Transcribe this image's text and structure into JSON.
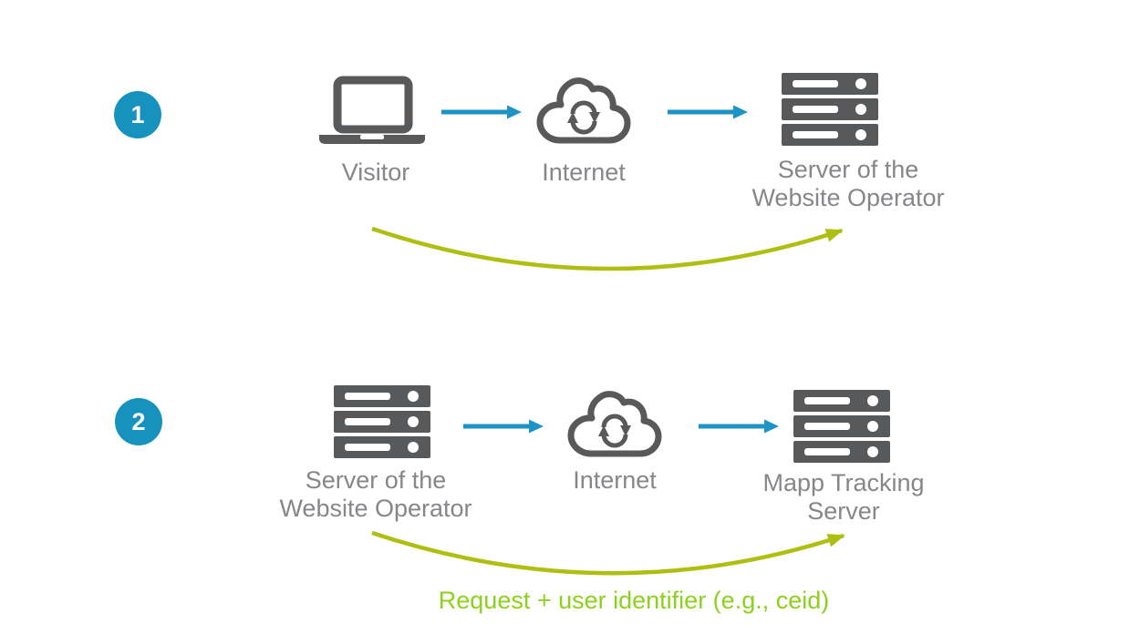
{
  "diagram": {
    "colors": {
      "accent_blue": "#1792BE",
      "icon_gray": "#58595B",
      "label_gray": "#85878A",
      "flow_arrow_green": "#AFBF12",
      "flow_text_green": "#8CD21C"
    },
    "rows": [
      {
        "badge": "1",
        "nodes": [
          {
            "icon": "laptop-icon",
            "lines": [
              "Visitor"
            ]
          },
          {
            "icon": "cloud-sync-icon",
            "lines": [
              "Internet"
            ]
          },
          {
            "icon": "server-icon",
            "lines": [
              "Server of the",
              "Website Operator"
            ]
          }
        ]
      },
      {
        "badge": "2",
        "nodes": [
          {
            "icon": "server-icon",
            "lines": [
              "Server of the",
              "Website Operator"
            ]
          },
          {
            "icon": "cloud-sync-icon",
            "lines": [
              "Internet"
            ]
          },
          {
            "icon": "server-icon",
            "lines": [
              "Mapp Tracking",
              "Server"
            ]
          }
        ],
        "flow_label": "Request + user identifier (e.g., ceid)"
      }
    ]
  }
}
